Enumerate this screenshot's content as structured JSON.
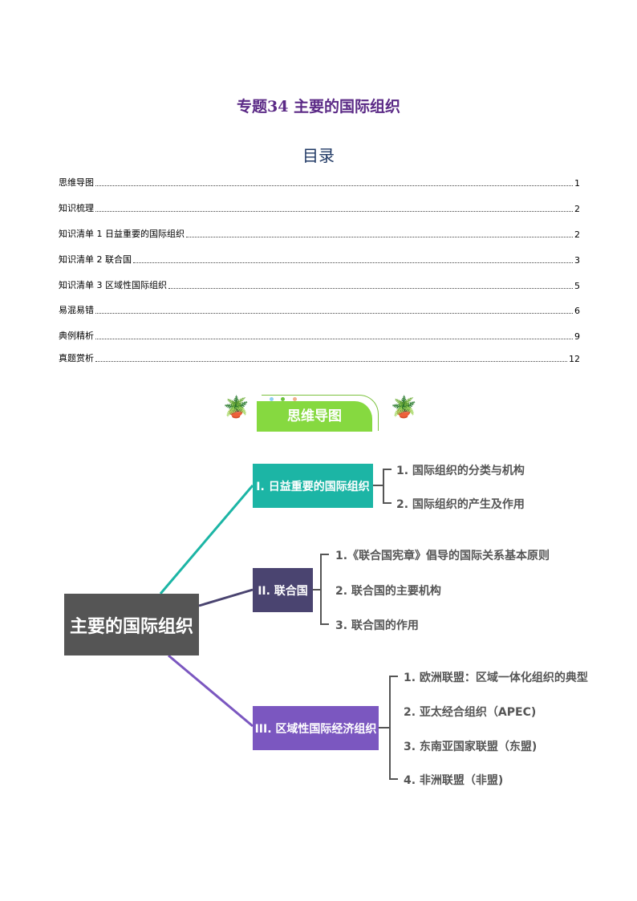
{
  "title": "专题34  主要的国际组织",
  "toc_heading": "目录",
  "toc": [
    {
      "label": "思维导图",
      "page": "1"
    },
    {
      "label": "知识梳理",
      "page": "2"
    },
    {
      "label": "知识清单 1 日益重要的国际组织",
      "page": "2"
    },
    {
      "label": "知识清单 2 联合国",
      "page": "3"
    },
    {
      "label": "知识清单 3 区域性国际组织",
      "page": "5"
    },
    {
      "label": "易混易错",
      "page": "6"
    },
    {
      "label": "典例精析",
      "page": "9"
    },
    {
      "label": "真题赏析",
      "page": "12"
    }
  ],
  "banner": "思维导图",
  "mindmap": {
    "center": "主要的国际组织",
    "branches": [
      {
        "label": "I. 日益重要的国际组织",
        "color": "#1cb5a5",
        "items": [
          "1. 国际组织的分类与机构",
          "2. 国际组织的产生及作用"
        ]
      },
      {
        "label": "II. 联合国",
        "color": "#4a4470",
        "items": [
          "1.《联合国宪章》倡导的国际关系基本原则",
          "2. 联合国的主要机构",
          "3. 联合国的作用"
        ]
      },
      {
        "label": "III. 区域性国际经济组织",
        "color": "#7b57c0",
        "items": [
          "1. 欧洲联盟：区域一体化组织的典型",
          "2. 亚太经合组织（APEC)",
          "3. 东南亚国家联盟（东盟)",
          "4. 非洲联盟（非盟)"
        ]
      }
    ]
  }
}
